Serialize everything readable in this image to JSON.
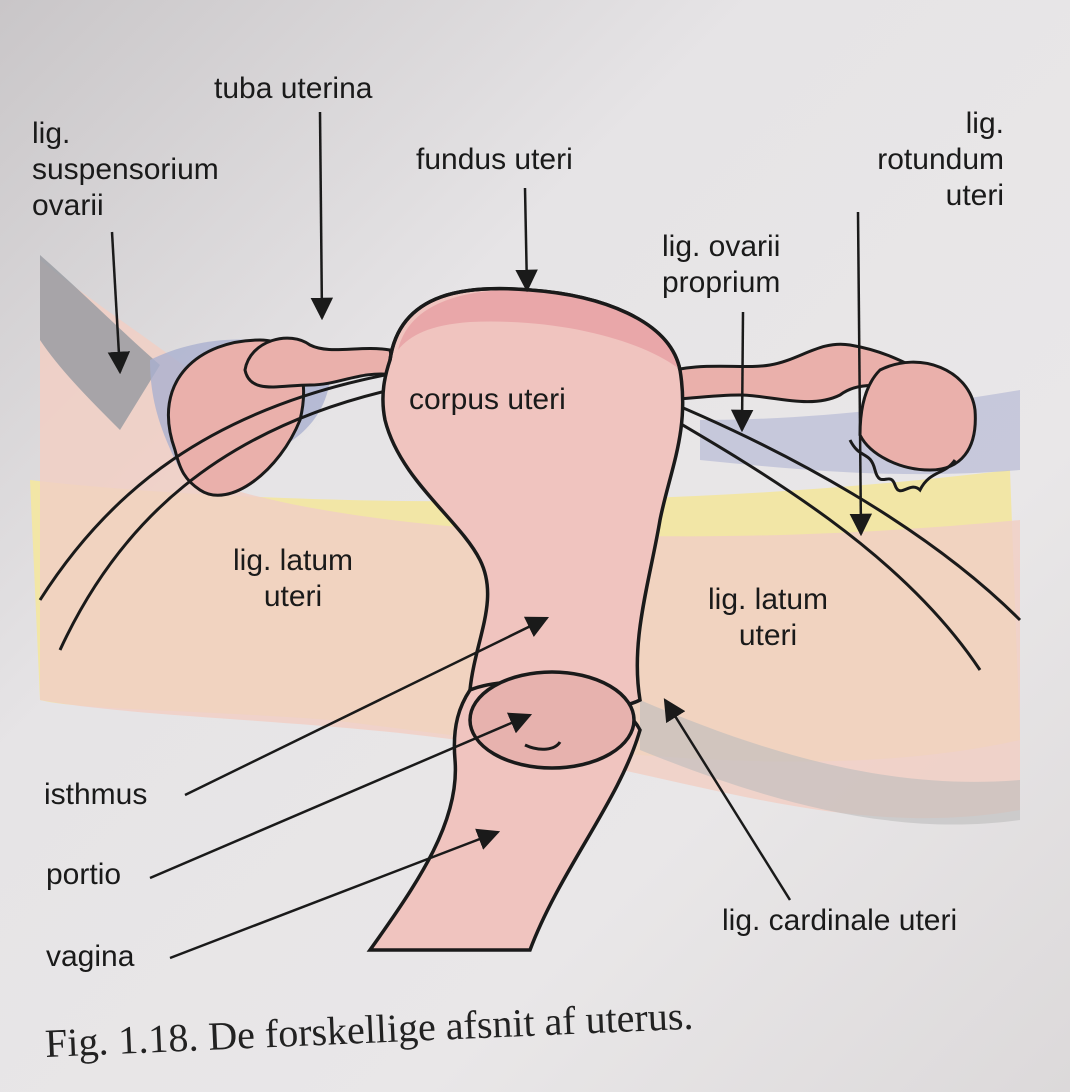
{
  "labels": {
    "lig_suspensorium": [
      "lig.",
      "suspensorium",
      "ovarii"
    ],
    "tuba_uterina": "tuba uterina",
    "fundus_uteri": "fundus uteri",
    "lig_rotundum": [
      "lig.",
      "rotundum",
      "uteri"
    ],
    "lig_ovarii_proprium": [
      "lig. ovarii",
      "proprium"
    ],
    "corpus_uteri": "corpus uteri",
    "lig_latum_left": [
      "lig. latum",
      "uteri"
    ],
    "lig_latum_right": [
      "lig. latum",
      "uteri"
    ],
    "isthmus": "isthmus",
    "portio": "portio",
    "vagina": "vagina",
    "lig_cardinale": "lig. cardinale uteri"
  },
  "caption": "Fig. 1.18. De forskellige afsnit af uterus.",
  "colors": {
    "uterus_fill": "#f0c4bf",
    "fundus_fill": "#e9a7a9",
    "ligament_fill": "#f1d2c4",
    "yellow_band": "#f2e6a6",
    "blue_band": "#aab0cf",
    "gray_band": "#9a9ca2",
    "outline": "#1a1a1a"
  }
}
